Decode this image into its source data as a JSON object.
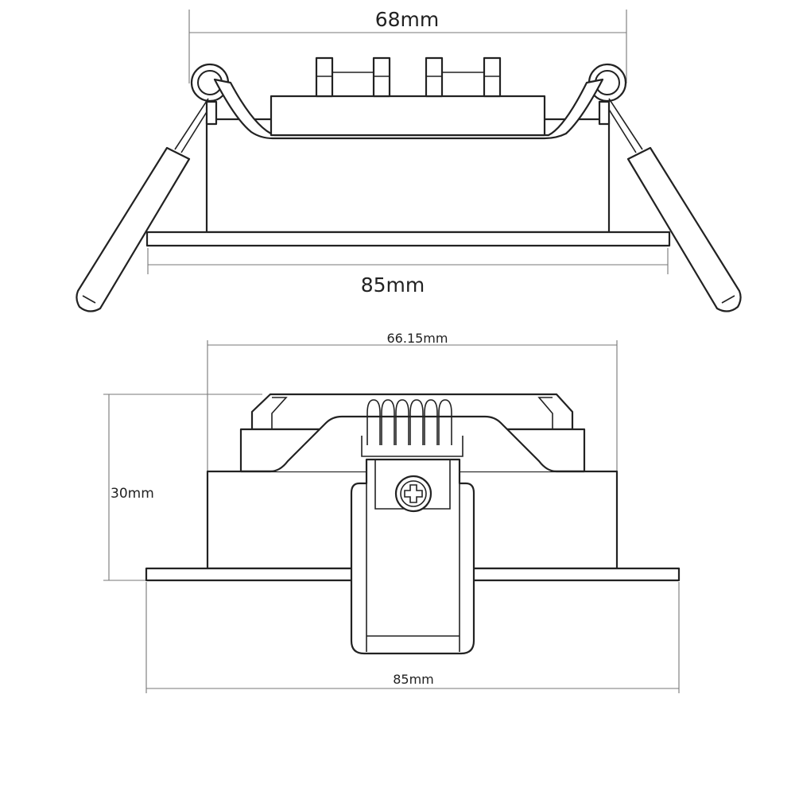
{
  "diagram": {
    "side_view": {
      "top_width_label": "68mm",
      "flange_width_label": "85mm"
    },
    "front_view": {
      "housing_width_label": "66.15mm",
      "height_label": "30mm",
      "flange_width_label": "85mm"
    },
    "colors": {
      "line": "#222222",
      "dimension": "#777777",
      "background": "#ffffff"
    }
  }
}
